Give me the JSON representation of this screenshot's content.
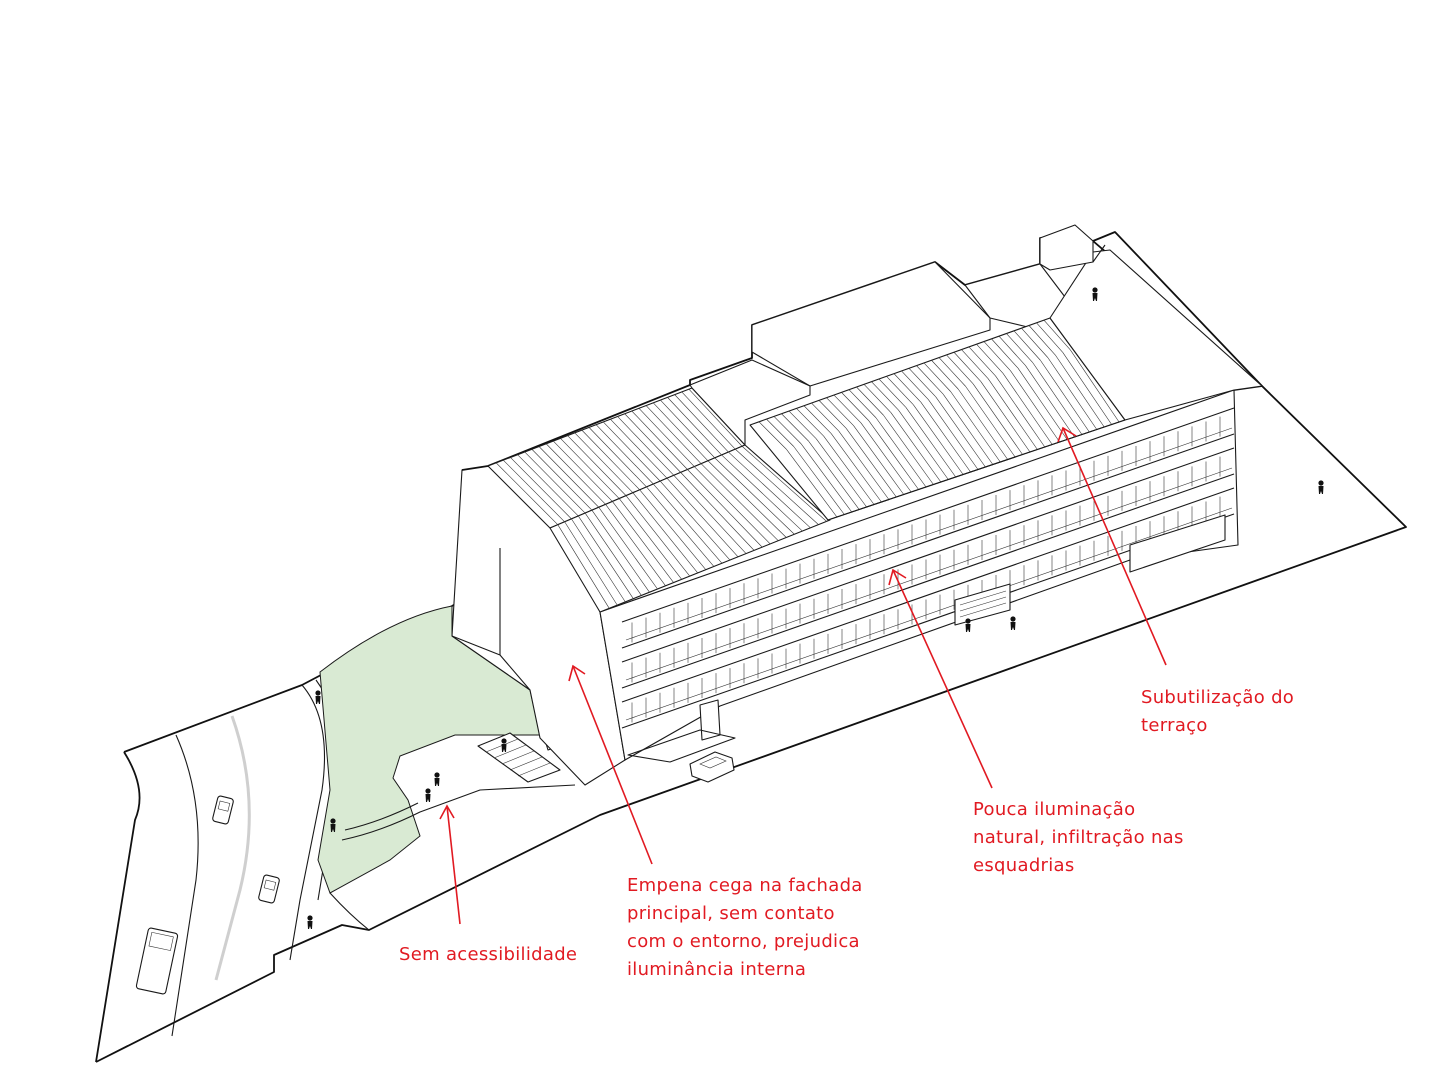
{
  "colors": {
    "annotation": "#e11a22",
    "lawn": "#d9ead3",
    "line": "#1a1a1a"
  },
  "annotations": {
    "terraco": {
      "lines": [
        "Subutilização do",
        "terraço"
      ]
    },
    "iluminacao": {
      "lines": [
        "Pouca iluminação",
        "natural, infiltração nas",
        "esquadrias"
      ]
    },
    "empena": {
      "lines": [
        "Empena cega na fachada",
        "principal, sem contato",
        "com o entorno, prejudica",
        "iluminância interna"
      ]
    },
    "acessibilidade": {
      "lines": [
        "Sem acessibilidade"
      ]
    }
  }
}
